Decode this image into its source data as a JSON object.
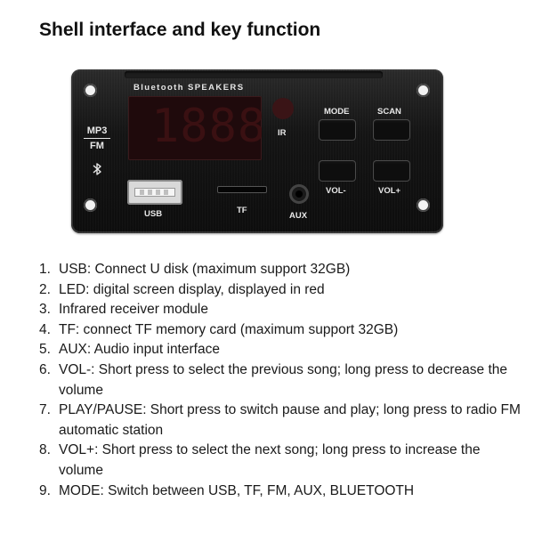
{
  "title": "Shell interface and key function",
  "board": {
    "brand": "Bluetooth SPEAKERS",
    "mp3": "MP3",
    "fm": "FM",
    "lcd_digits": "1888",
    "ir_label": "IR",
    "usb_label": "USB",
    "tf_label": "TF",
    "aux_label": "AUX",
    "keys": [
      {
        "label": "MODE"
      },
      {
        "label": "SCAN"
      },
      {
        "label": "VOL-"
      },
      {
        "label": "VOL+"
      }
    ],
    "colors": {
      "board": "#141414",
      "lcd": "#1f0a0c",
      "label": "#e8e8e8"
    },
    "icons": [
      "bluetooth-icon"
    ]
  },
  "list": [
    {
      "num": "1.",
      "text": "USB: Connect U disk (maximum support 32GB)"
    },
    {
      "num": "2.",
      "text": "LED: digital screen display, displayed in red"
    },
    {
      "num": "3.",
      "text": "Infrared receiver module"
    },
    {
      "num": "4.",
      "text": "TF: connect TF memory card (maximum support 32GB)"
    },
    {
      "num": "5.",
      "text": "AUX: Audio input interface"
    },
    {
      "num": "6.",
      "text": "VOL-: Short press to select the previous song; long press to decrease the volume"
    },
    {
      "num": "7.",
      "text": "PLAY/PAUSE: Short press to switch pause and play; long press to radio FM automatic station"
    },
    {
      "num": "8.",
      "text": "VOL+: Short press to select the next song; long press to increase the volume"
    },
    {
      "num": "9.",
      "text": "MODE: Switch between USB, TF, FM, AUX, BLUETOOTH"
    }
  ]
}
